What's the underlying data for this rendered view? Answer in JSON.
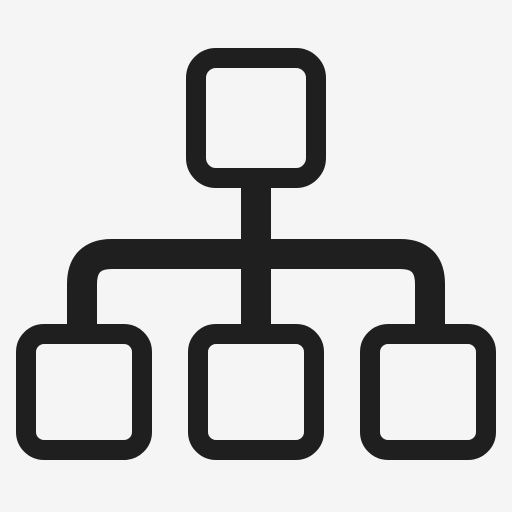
{
  "icon": {
    "name": "hierarchy-icon",
    "colors": {
      "stroke": "#1f1f1f",
      "background": "#f5f5f5"
    },
    "nodes": {
      "root": "root-node",
      "children": [
        "child-node-left",
        "child-node-center",
        "child-node-right"
      ]
    }
  }
}
